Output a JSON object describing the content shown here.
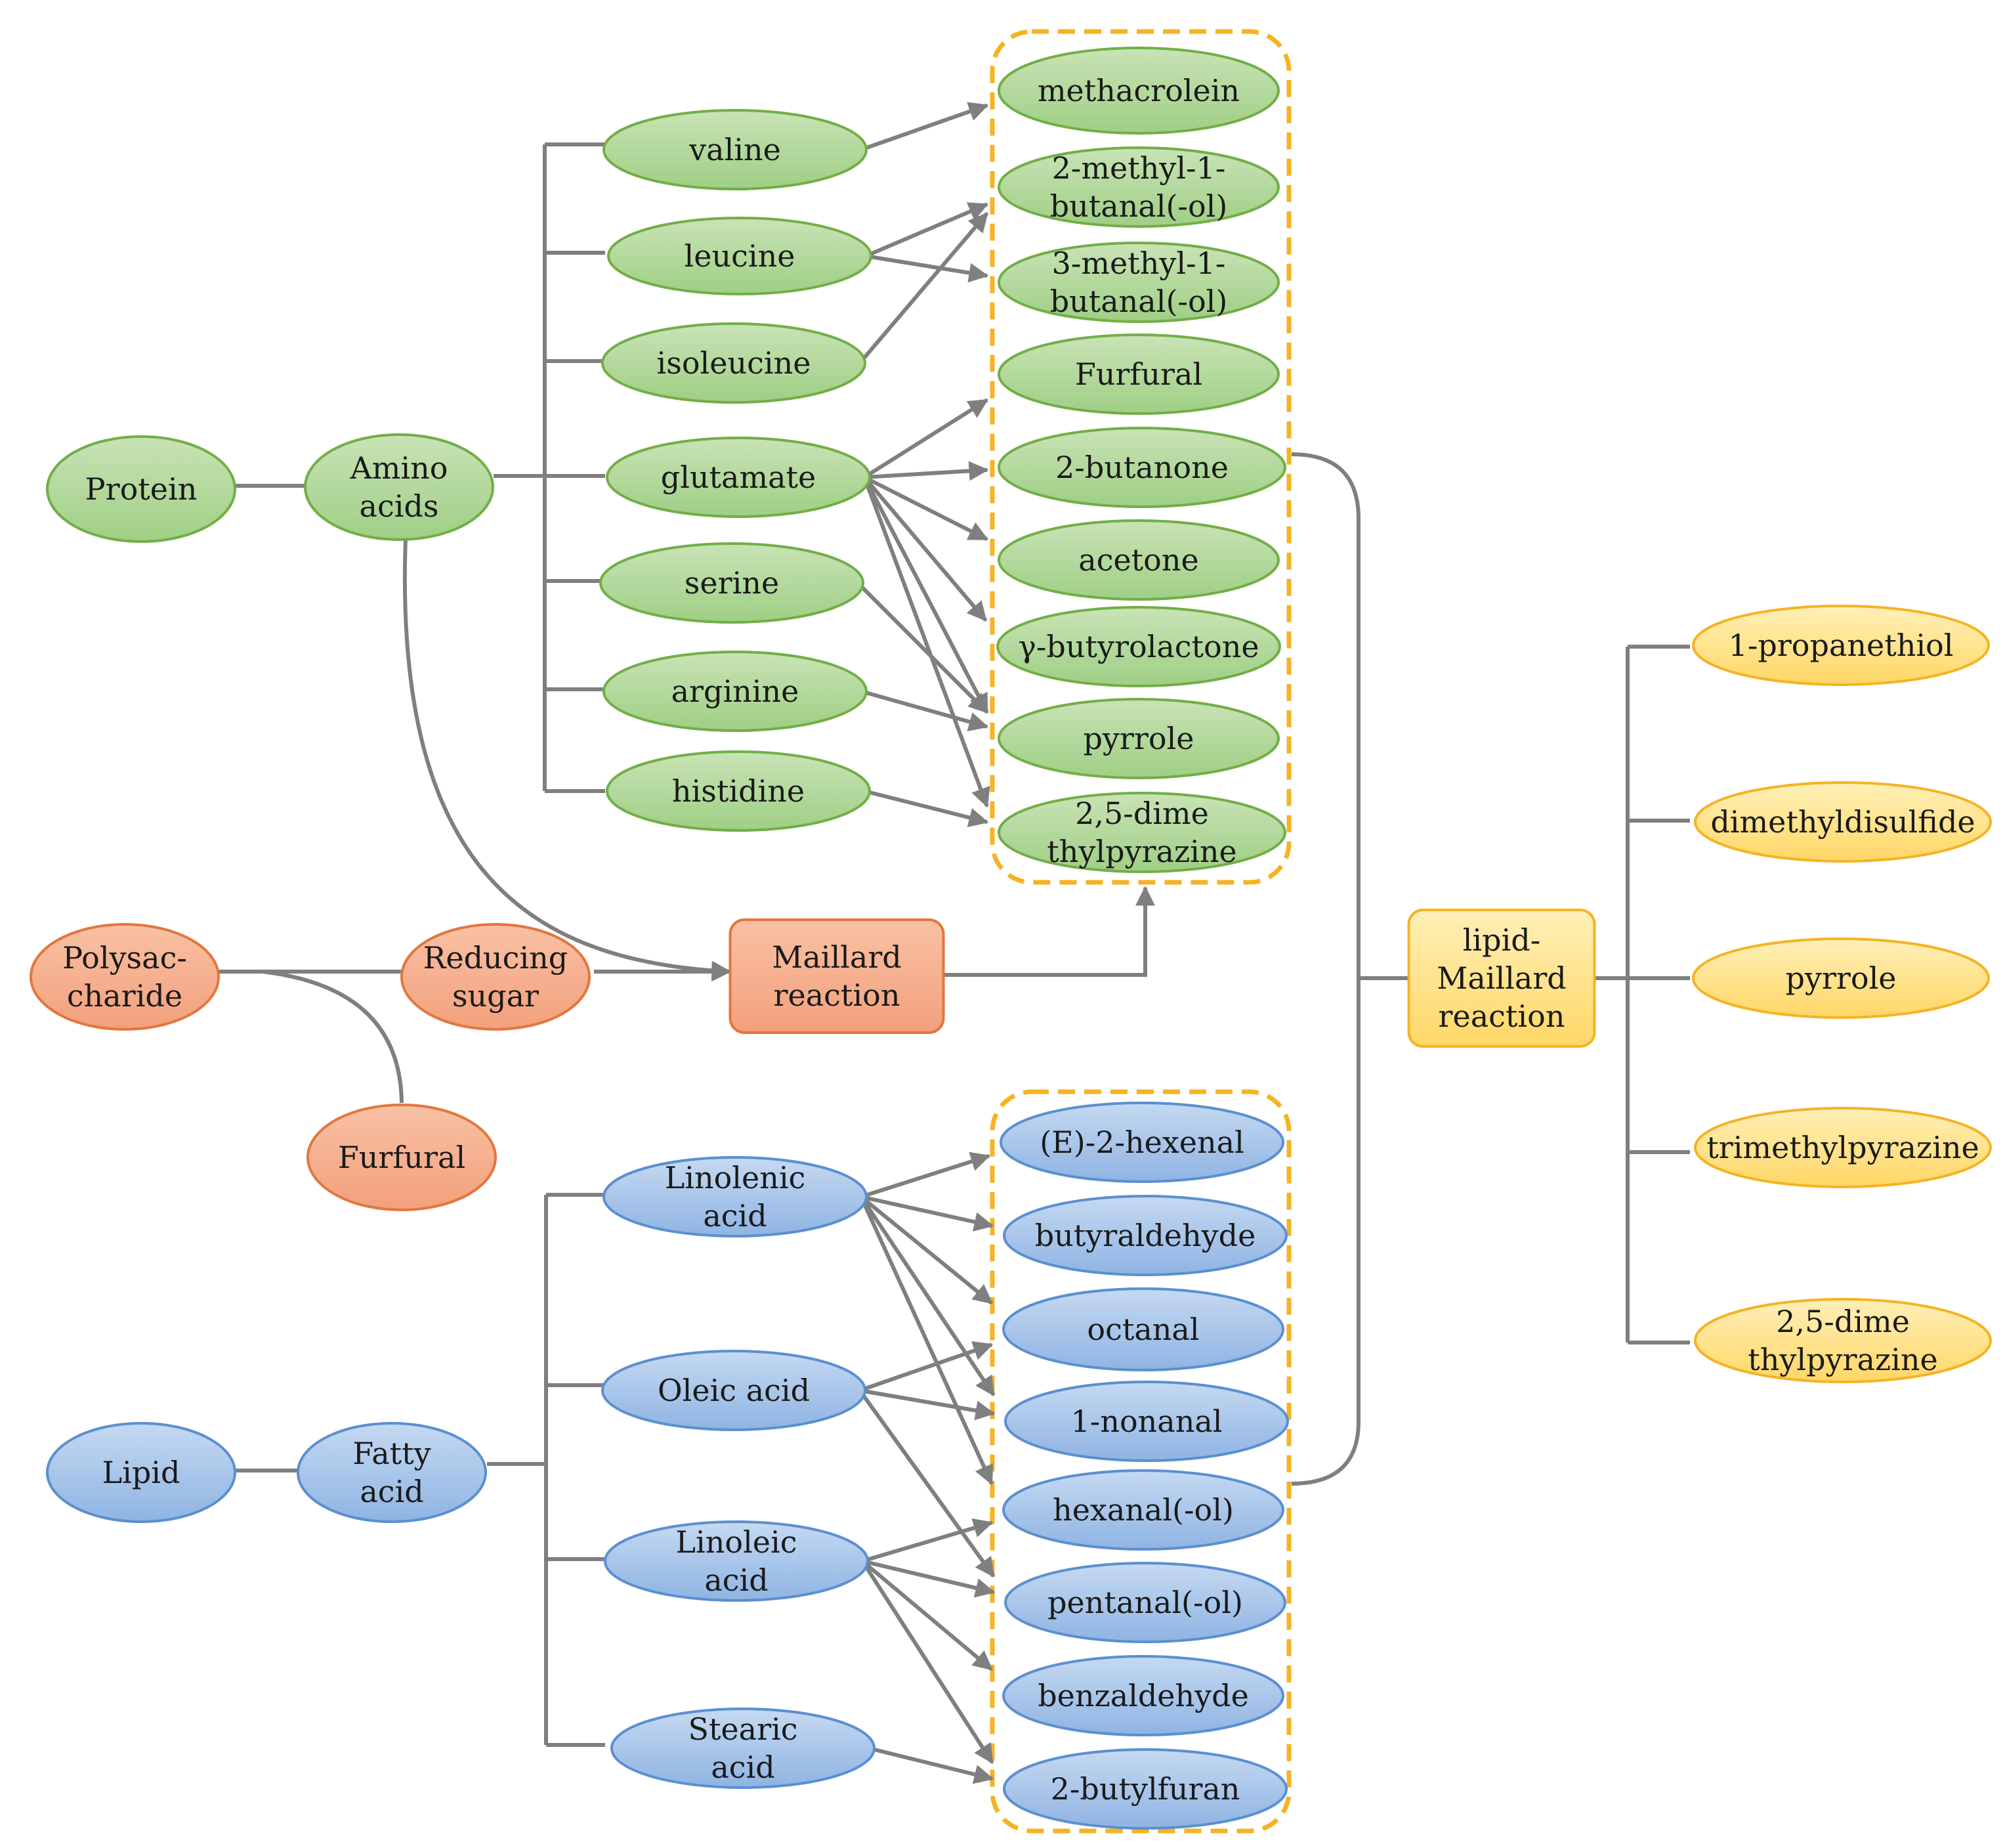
{
  "colors": {
    "green_fill_top": "#c9e3b6",
    "green_fill_bottom": "#9fcf85",
    "green_stroke": "#72ae46",
    "orange_fill_top": "#f9c1a4",
    "orange_fill_bottom": "#f2a07c",
    "orange_stroke": "#e3763e",
    "blue_fill_top": "#c5d9f1",
    "blue_fill_bottom": "#8fb4e3",
    "blue_stroke": "#5b8fd0",
    "yellow_fill_top": "#fff0b8",
    "yellow_fill_bottom": "#ffd766",
    "yellow_stroke": "#f5b324",
    "line": "#7f7f7f",
    "group_border": "#f5b324"
  },
  "nodes": {
    "protein": {
      "label": [
        "Protein"
      ],
      "color": "green"
    },
    "amino_acids": {
      "label": [
        "Amino",
        "acids"
      ],
      "color": "green"
    },
    "valine": {
      "label": [
        "valine"
      ],
      "color": "green"
    },
    "leucine": {
      "label": [
        "leucine"
      ],
      "color": "green"
    },
    "isoleucine": {
      "label": [
        "isoleucine"
      ],
      "color": "green"
    },
    "glutamate": {
      "label": [
        "glutamate"
      ],
      "color": "green"
    },
    "serine": {
      "label": [
        "serine"
      ],
      "color": "green"
    },
    "arginine": {
      "label": [
        "arginine"
      ],
      "color": "green"
    },
    "histidine": {
      "label": [
        "histidine"
      ],
      "color": "green"
    },
    "methacrolein": {
      "label": [
        "methacrolein"
      ],
      "color": "green"
    },
    "methylbutanal2": {
      "label": [
        "2-methyl-1-",
        "butanal(-ol)"
      ],
      "color": "green"
    },
    "methylbutanal3": {
      "label": [
        "3-methyl-1-",
        "butanal(-ol)"
      ],
      "color": "green"
    },
    "furfural_g": {
      "label": [
        "Furfural"
      ],
      "color": "green"
    },
    "butanone": {
      "label": [
        "2-butanone"
      ],
      "color": "green"
    },
    "acetone": {
      "label": [
        "acetone"
      ],
      "color": "green"
    },
    "butyrolactone": {
      "label": [
        "γ-butyrolactone"
      ],
      "color": "green"
    },
    "pyrrole_g": {
      "label": [
        "pyrrole"
      ],
      "color": "green"
    },
    "dmp_g": {
      "label": [
        "2,5-dime",
        "thylpyrazine"
      ],
      "color": "green"
    },
    "polysaccharide": {
      "label": [
        "Polysac-",
        "charide"
      ],
      "color": "orange"
    },
    "reducing_sugar": {
      "label": [
        "Reducing",
        "sugar"
      ],
      "color": "orange"
    },
    "furfural_o": {
      "label": [
        "Furfural"
      ],
      "color": "orange"
    },
    "maillard": {
      "label": [
        "Maillard",
        "reaction"
      ],
      "color": "orange"
    },
    "lipid": {
      "label": [
        "Lipid"
      ],
      "color": "blue"
    },
    "fatty_acid": {
      "label": [
        "Fatty",
        "acid"
      ],
      "color": "blue"
    },
    "linolenic": {
      "label": [
        "Linolenic",
        "acid"
      ],
      "color": "blue"
    },
    "oleic": {
      "label": [
        "Oleic acid"
      ],
      "color": "blue"
    },
    "linoleic": {
      "label": [
        "Linoleic",
        "acid"
      ],
      "color": "blue"
    },
    "stearic": {
      "label": [
        "Stearic",
        "acid"
      ],
      "color": "blue"
    },
    "hexenal": {
      "label": [
        "(E)-2-hexenal"
      ],
      "color": "blue"
    },
    "butyraldehyde": {
      "label": [
        "butyraldehyde"
      ],
      "color": "blue"
    },
    "octanal": {
      "label": [
        "octanal"
      ],
      "color": "blue"
    },
    "nonanal": {
      "label": [
        "1-nonanal"
      ],
      "color": "blue"
    },
    "hexanal": {
      "label": [
        "hexanal(-ol)"
      ],
      "color": "blue"
    },
    "pentanal": {
      "label": [
        "pentanal(-ol)"
      ],
      "color": "blue"
    },
    "benzaldehyde": {
      "label": [
        "benzaldehyde"
      ],
      "color": "blue"
    },
    "butylfuran": {
      "label": [
        "2-butylfuran"
      ],
      "color": "blue"
    },
    "lipid_maillard": {
      "label": [
        "lipid-",
        "Maillard",
        "reaction"
      ],
      "color": "yellow"
    },
    "propanethiol": {
      "label": [
        "1-propanethiol"
      ],
      "color": "yellow"
    },
    "dmds": {
      "label": [
        "dimethyldisulfide"
      ],
      "color": "yellow"
    },
    "pyrrole_y": {
      "label": [
        "pyrrole"
      ],
      "color": "yellow"
    },
    "tmp": {
      "label": [
        "trimethylpyrazine"
      ],
      "color": "yellow"
    },
    "dmp_y": {
      "label": [
        "2,5-dime",
        "thylpyrazine"
      ],
      "color": "yellow"
    }
  },
  "edges": [
    [
      "valine",
      "methacrolein"
    ],
    [
      "leucine",
      "methylbutanal2"
    ],
    [
      "leucine",
      "methylbutanal3"
    ],
    [
      "isoleucine",
      "methylbutanal2"
    ],
    [
      "glutamate",
      "furfural_g"
    ],
    [
      "glutamate",
      "butanone"
    ],
    [
      "glutamate",
      "acetone"
    ],
    [
      "glutamate",
      "butyrolactone"
    ],
    [
      "glutamate",
      "pyrrole_g"
    ],
    [
      "glutamate",
      "dmp_g"
    ],
    [
      "serine",
      "pyrrole_g"
    ],
    [
      "arginine",
      "pyrrole_g"
    ],
    [
      "histidine",
      "dmp_g"
    ],
    [
      "linolenic",
      "hexenal"
    ],
    [
      "linolenic",
      "butyraldehyde"
    ],
    [
      "linolenic",
      "octanal"
    ],
    [
      "linolenic",
      "nonanal"
    ],
    [
      "linolenic",
      "hexanal"
    ],
    [
      "oleic",
      "octanal"
    ],
    [
      "oleic",
      "nonanal"
    ],
    [
      "oleic",
      "pentanal"
    ],
    [
      "linoleic",
      "hexanal"
    ],
    [
      "linoleic",
      "pentanal"
    ],
    [
      "linoleic",
      "benzaldehyde"
    ],
    [
      "linoleic",
      "butylfuran"
    ],
    [
      "stearic",
      "butylfuran"
    ]
  ]
}
